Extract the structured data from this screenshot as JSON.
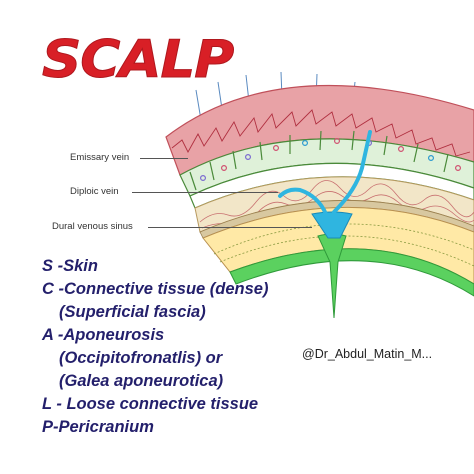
{
  "title": "SCALP",
  "labels": {
    "emissary_vein": "Emissary vein",
    "diploic_vein": "Diploic vein",
    "dural_venous_sinus": "Dural venous sinus"
  },
  "handle": "@Dr_Abdul_Matin_M...",
  "mnemonic": [
    "S -Skin",
    "C -Connective tissue (dense)",
    "(Superficial fascia)",
    "A -Aponeurosis",
    "(Occipitofronatlis) or",
    "(Galea aponeurotica)",
    "L - Loose connective tissue",
    "P-Pericranium"
  ],
  "colors": {
    "title": "#d81f26",
    "mnemonic_text": "#231f6b",
    "skin": "#e8a2a6",
    "dense_connective": "#dff1d9",
    "aponeurosis": "#ffffff",
    "loose_connective": "#f2e6c8",
    "bone": "#ffe9a6",
    "dura": "#5bd15f",
    "vein": "#2fb5e0"
  }
}
